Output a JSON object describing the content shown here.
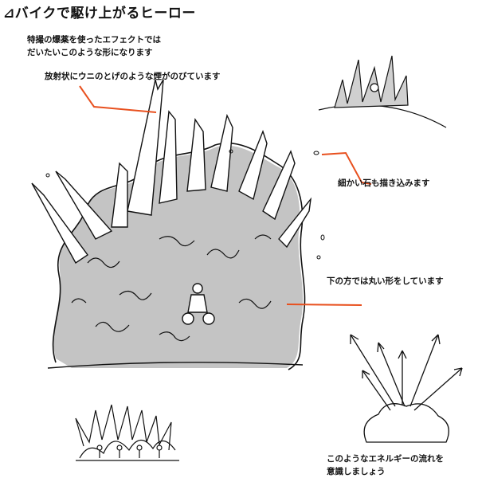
{
  "title": "⊿バイクで駆け上がるヒーロー",
  "notes": {
    "intro_line1": "特撮の爆薬を使ったエフェクトでは",
    "intro_line2": "だいたいこのような形になります",
    "radial": "放射状にウニのとげのような煙がのびています",
    "stones": "細かい石も描き込みます",
    "bottom_round": "下の方では丸い形をしています",
    "energy_line1": "このようなエネルギーの流れを",
    "energy_line2": "意識しましょう"
  },
  "colors": {
    "leader_line": "#e8501e",
    "ink": "#111111",
    "smoke_gray": "#b8b8b8"
  }
}
